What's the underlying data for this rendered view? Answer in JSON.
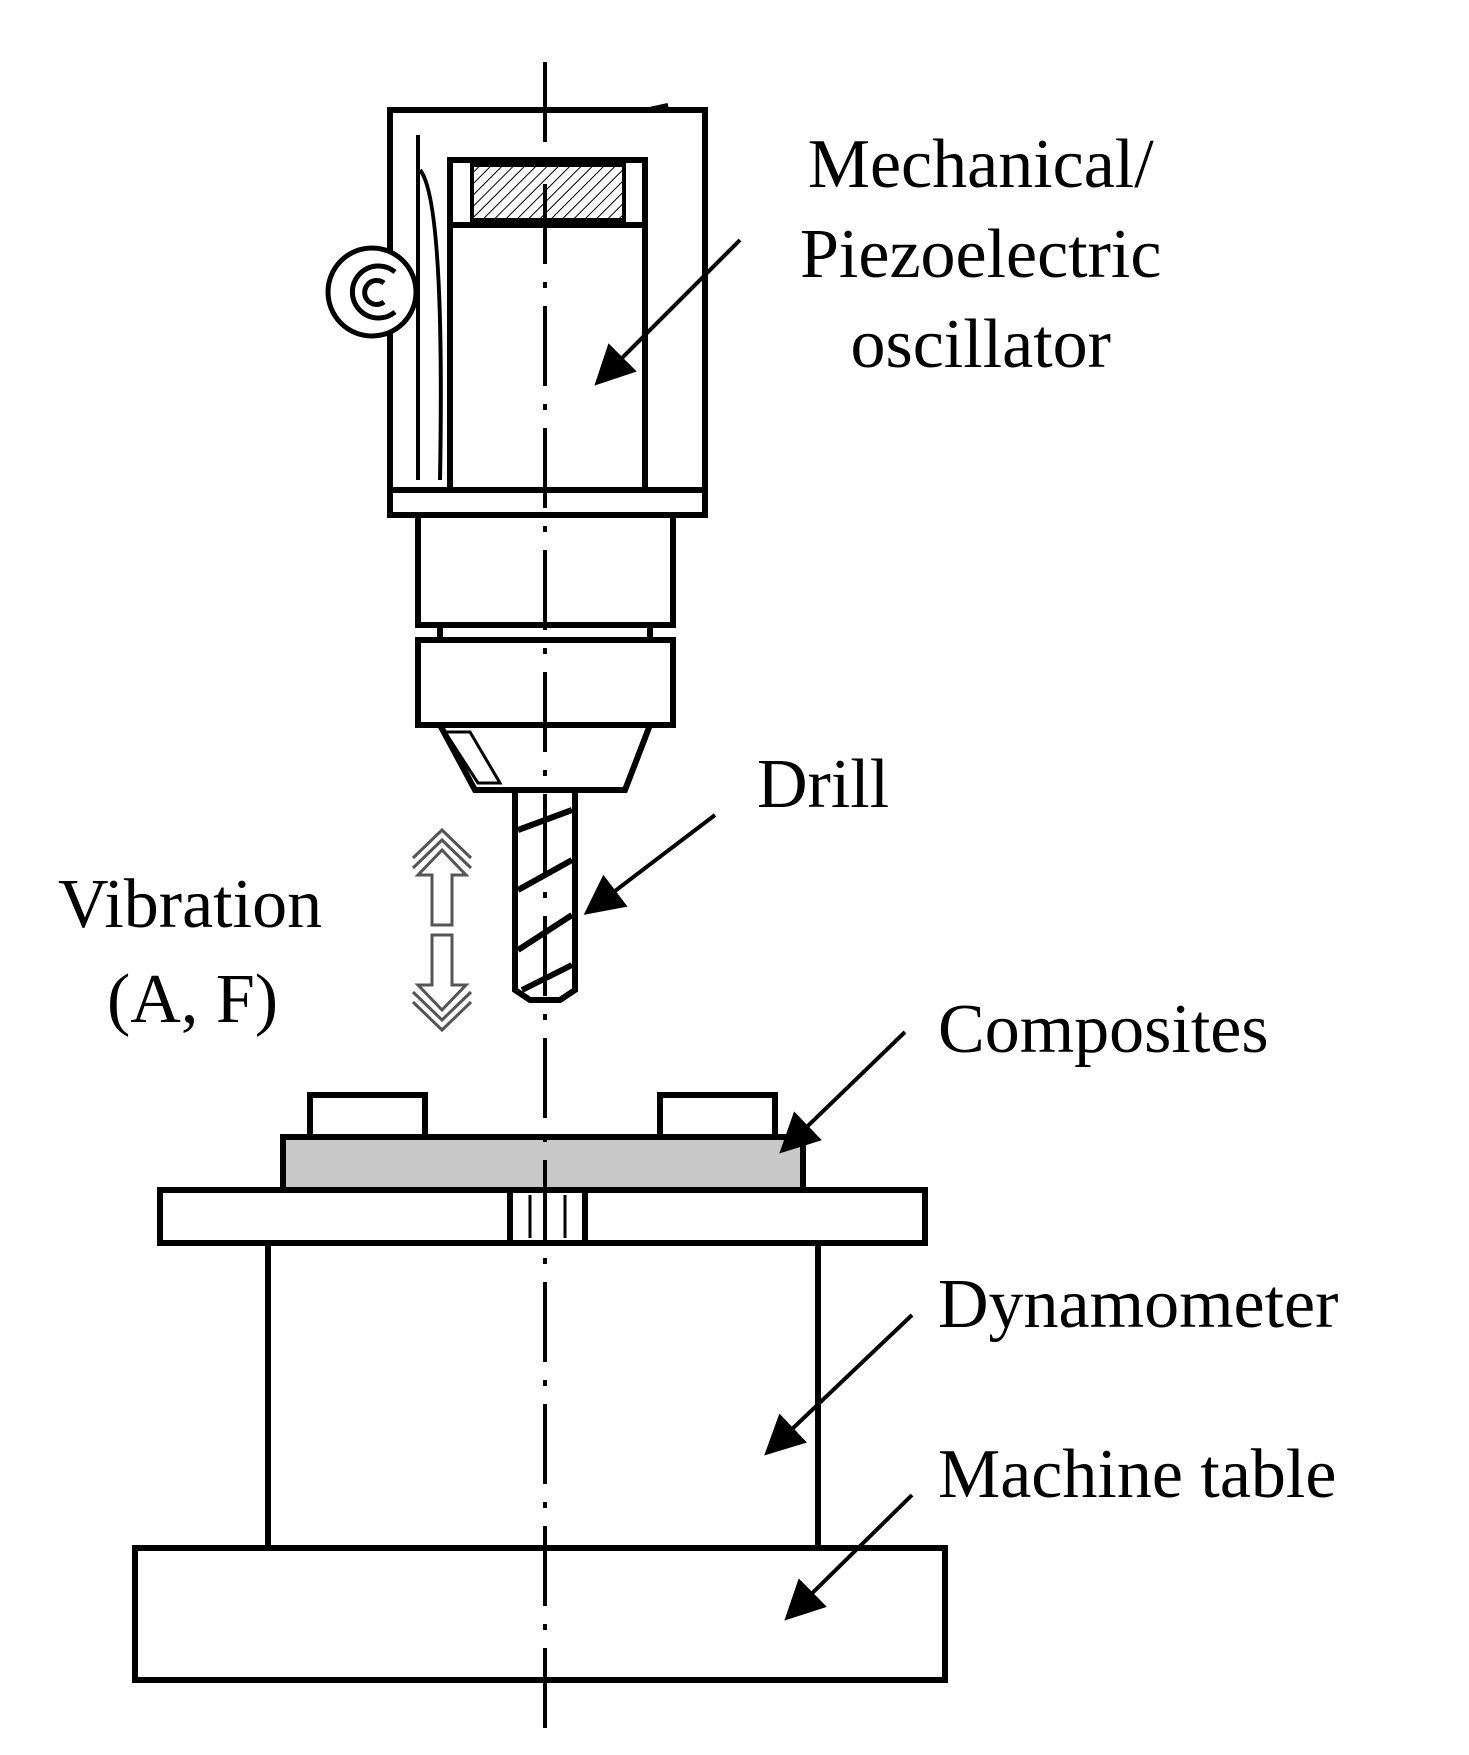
{
  "labels": {
    "oscillator_line1": "Mechanical/",
    "oscillator_line2": "Piezoelectric",
    "oscillator_line3": "oscillator",
    "drill": "Drill",
    "vibration": "Vibration",
    "vibration_params": "(A, F)",
    "composites": "Composites",
    "dynamometer": "Dynamometer",
    "machine_table": "Machine table"
  },
  "colors": {
    "line": "#000000",
    "composite_fill": "#c8c8c8",
    "background": "#ffffff"
  }
}
